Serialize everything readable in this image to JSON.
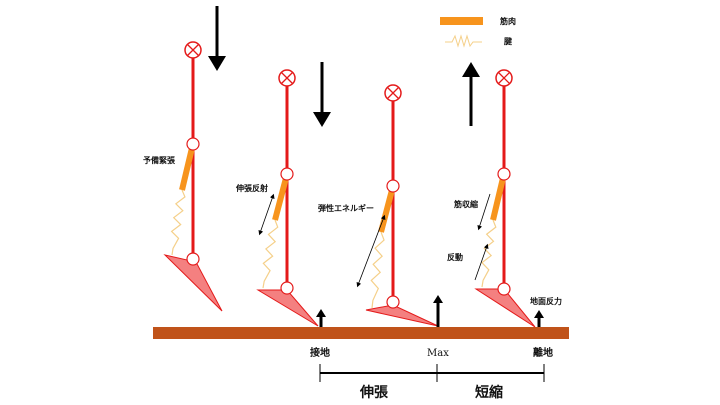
{
  "legend": {
    "muscle": "筋肉",
    "tendon": "腱"
  },
  "labels": {
    "pre_tension": "予備緊張",
    "stretch_reflex": "伸張反射",
    "elastic_energy": "弾性エネルギー",
    "muscle_contraction": "筋収縮",
    "recoil": "反動",
    "ground_reaction": "地面反力"
  },
  "timeline": {
    "contact": "接地",
    "max": "Max",
    "takeoff": "離地",
    "stretch": "伸張",
    "shorten": "短縮"
  },
  "colors": {
    "bone": "#e41a1a",
    "muscle": "#f7941d",
    "tendon": "#f5d08a",
    "foot": "#f48080",
    "ground": "#c0531a"
  }
}
